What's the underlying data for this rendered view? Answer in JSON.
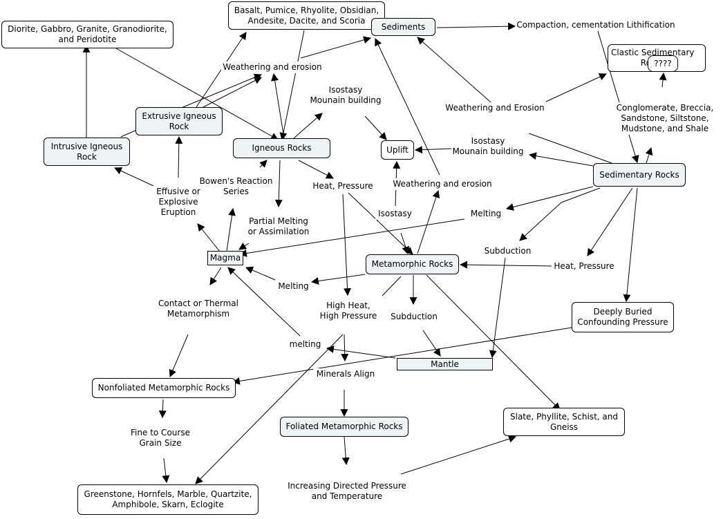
{
  "concepts": {
    "basalt": "Basalt, Pumice, Rhyolite, Obsidian,\nAndesite, Dacite, and Scoria",
    "diorite": "Diorite, Gabbro, Granite, Granodiorite,\nand Peridotite",
    "sediments": "Sediments",
    "clastic": "Clastic Sedimentary\nRocks",
    "extrusive": "Extrusive Igneous\nRock",
    "intrusive": "Intrusive Igneous\nRock",
    "igneous": "Igneous Rocks",
    "uplift": "Uplift",
    "sedimentary": "Sedimentary Rocks",
    "magma": "Magma",
    "metamorphic": "Metamorphic Rocks",
    "deeply_buried": "Deeply Buried\nConfounding Pressure",
    "mantle": "Mantle",
    "nonfoliated": "Nonfoliated Metamorphic Rocks",
    "foliated": "Foliated Metamorphic Rocks",
    "slate": "Slate, Phyllite, Schist, and\nGneiss",
    "greenstone": "Greenstone, Hornfels, Marble, Quartzite,\nAmphibole, Skarn, Eclogite",
    "qmark": "????"
  },
  "linking_phrases": {
    "compaction": "Compaction, cementation Lithification",
    "weathering_erosion_1": "Weathering and erosion",
    "isostasy_1": "Isostasy\nMounain building",
    "weathering_erosion_2": "Weathering and Erosion",
    "conglomerate": "Conglomerate, Breccia,\nSandstone, Siltstone,\nMudstone, and Shale",
    "isostasy_2": "Isostasy\nMounain building",
    "bowens": "Bowen's Reaction\nSeries",
    "effusive": "Effusive or\nExplosive\nEruption",
    "heat_pressure_1": "Heat, Pressure",
    "weathering_erosion_3": "Weathering and erosion",
    "melting_1": "Melting",
    "partial_melting": "Partial Melting\nor Assimilation",
    "isostasy_3": "Isostasy",
    "subduction_1": "Subduction",
    "heat_pressure_2": "Heat, Pressure",
    "melting_2": "Melting",
    "contact": "Contact or Thermal\nMetamorphism",
    "high_heat": "High Heat,\nHigh Pressure",
    "subduction_2": "Subduction",
    "melting_3": "melting",
    "minerals_align": "Minerals Align",
    "fine_course": "Fine to Course\nGrain Size",
    "increasing": "Increasing Directed Pressure\nand Temperature"
  }
}
